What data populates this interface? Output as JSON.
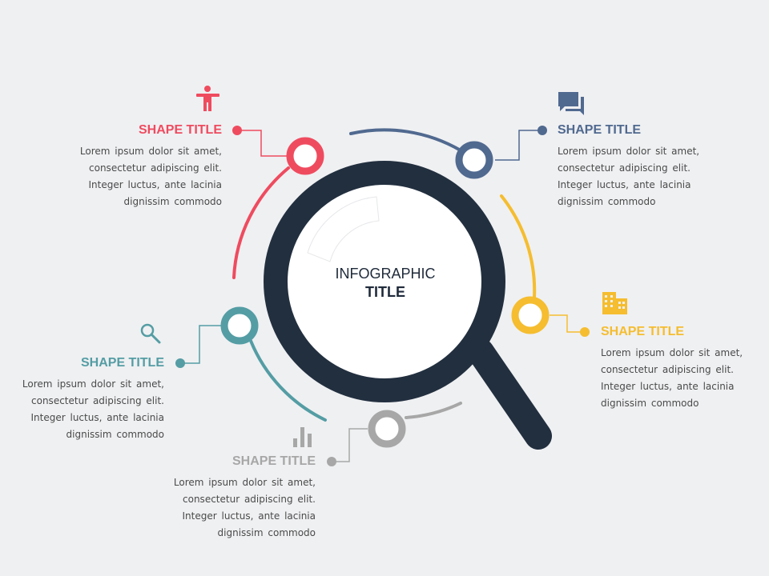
{
  "center": {
    "line1": "INFOGRAPHIC",
    "line2": "TITLE"
  },
  "colors": {
    "red": "#ef4b5f",
    "blue": "#50698f",
    "yellow": "#f5bd2f",
    "teal": "#549da4",
    "gray": "#a7a7a7",
    "navy": "#1f2a3a",
    "background": "#eff0f2"
  },
  "items": [
    {
      "title": "SHAPE TITLE",
      "icon": "person-icon",
      "color": "red",
      "text": [
        "Lorem ipsum dolor sit amet,",
        "consectetur adipiscing elit.",
        "Integer luctus, ante lacinia",
        "dignissim commodo"
      ]
    },
    {
      "title": "SHAPE TITLE",
      "icon": "chat-icon",
      "color": "blue",
      "text": [
        "Lorem ipsum dolor sit amet,",
        "consectetur adipiscing elit.",
        "Integer luctus, ante lacinia",
        "dignissim commodo"
      ]
    },
    {
      "title": "SHAPE TITLE",
      "icon": "building-icon",
      "color": "yellow",
      "text": [
        "Lorem ipsum dolor sit amet,",
        "consectetur adipiscing elit.",
        "Integer luctus, ante lacinia",
        "dignissim commodo"
      ]
    },
    {
      "title": "SHAPE TITLE",
      "icon": "bar-chart-icon",
      "color": "gray",
      "text": [
        "Lorem ipsum dolor sit amet,",
        "consectetur adipiscing elit.",
        "Integer luctus, ante lacinia",
        "dignissim commodo"
      ]
    },
    {
      "title": "SHAPE TITLE",
      "icon": "search-icon",
      "color": "teal",
      "text": [
        "Lorem ipsum dolor sit amet,",
        "consectetur adipiscing elit.",
        "Integer luctus, ante lacinia",
        "dignissim commodo"
      ]
    }
  ]
}
